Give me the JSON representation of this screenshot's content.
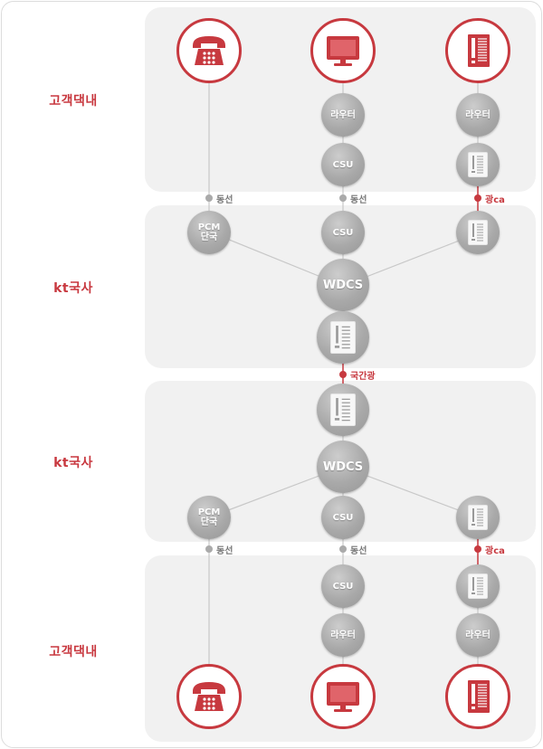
{
  "colors": {
    "accent": "#c7393f",
    "node_gray": "#a9a9a9",
    "band_bg": "#f1f1f1",
    "line_gray": "#c8c8c8"
  },
  "sections": {
    "customer_top": "고객댁내",
    "kt_office_1": "kt국사",
    "kt_office_2": "kt국사",
    "customer_bottom": "고객댁내"
  },
  "nodes": {
    "router": "라우터",
    "csu": "CSU",
    "wdcs": "WDCS",
    "pcm_line1": "PCM",
    "pcm_line2": "단국"
  },
  "connections": {
    "copper": "동선",
    "fiber_ca": "광ca",
    "inter_office_fiber": "국간광"
  },
  "icons": {
    "telephone": "telephone-icon",
    "monitor": "monitor-icon",
    "fiber_unit": "fiber-equipment-icon"
  }
}
